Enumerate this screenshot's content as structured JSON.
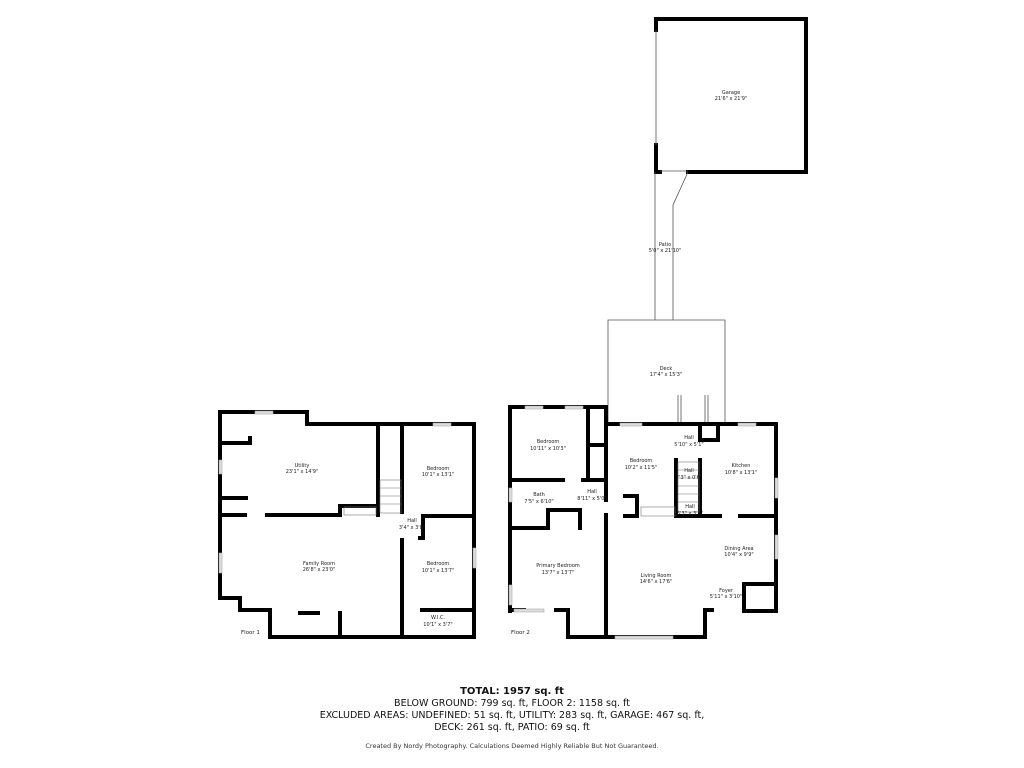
{
  "garage": {
    "name": "Garage",
    "dims": "21'6\" x 21'9\""
  },
  "patio": {
    "name": "Patio",
    "dims": "5'0\" x 21'10\""
  },
  "deck": {
    "name": "Deck",
    "dims": "17'4\" x 15'3\""
  },
  "floor1": {
    "label": "Floor 1",
    "rooms": [
      {
        "name": "Utility",
        "dims": "23'1\" x 14'9\""
      },
      {
        "name": "Bedroom",
        "dims": "10'1\" x 13'1\""
      },
      {
        "name": "Hall",
        "dims": "3'4\" x 3'8\""
      },
      {
        "name": "Family Room",
        "dims": "26'8\" x 23'0\""
      },
      {
        "name": "Bedroom",
        "dims": "10'1\" x 13'7\""
      },
      {
        "name": "W.I.C.",
        "dims": "10'1\" x 3'7\""
      }
    ]
  },
  "floor2": {
    "label": "Floor 2",
    "rooms": [
      {
        "name": "Bedroom",
        "dims": "10'11\" x 10'3\""
      },
      {
        "name": "Bedroom",
        "dims": "10'2\" x 11'5\""
      },
      {
        "name": "Hall",
        "dims": "5'10\" x 5'1\""
      },
      {
        "name": "Kitchen",
        "dims": "10'8\" x 13'1\""
      },
      {
        "name": "Hall",
        "dims": "7'3\" x 0'6\""
      },
      {
        "name": "Bath",
        "dims": "7'5\" x 6'10\""
      },
      {
        "name": "Hall",
        "dims": "8'11\" x 5'0\""
      },
      {
        "name": "Hall",
        "dims": "6'3\" x 3'5\""
      },
      {
        "name": "Dining Area",
        "dims": "10'4\" x 9'9\""
      },
      {
        "name": "Primary Bedroom",
        "dims": "13'7\" x 13'7\""
      },
      {
        "name": "Living Room",
        "dims": "14'6\" x 17'6\""
      },
      {
        "name": "Foyer",
        "dims": "5'11\" x 3'10\""
      }
    ]
  },
  "summary": {
    "total": "TOTAL: 1957 sq. ft",
    "line1": "BELOW GROUND: 799 sq. ft, FLOOR 2: 1158 sq. ft",
    "line2": "EXCLUDED AREAS: UNDEFINED: 51 sq. ft, UTILITY: 283 sq. ft, GARAGE: 467 sq. ft,",
    "line3": "DECK: 261 sq. ft, PATIO: 69 sq. ft",
    "credit": "Created By Nordy Photography. Calculations Deemed Highly Reliable But Not Guaranteed."
  }
}
